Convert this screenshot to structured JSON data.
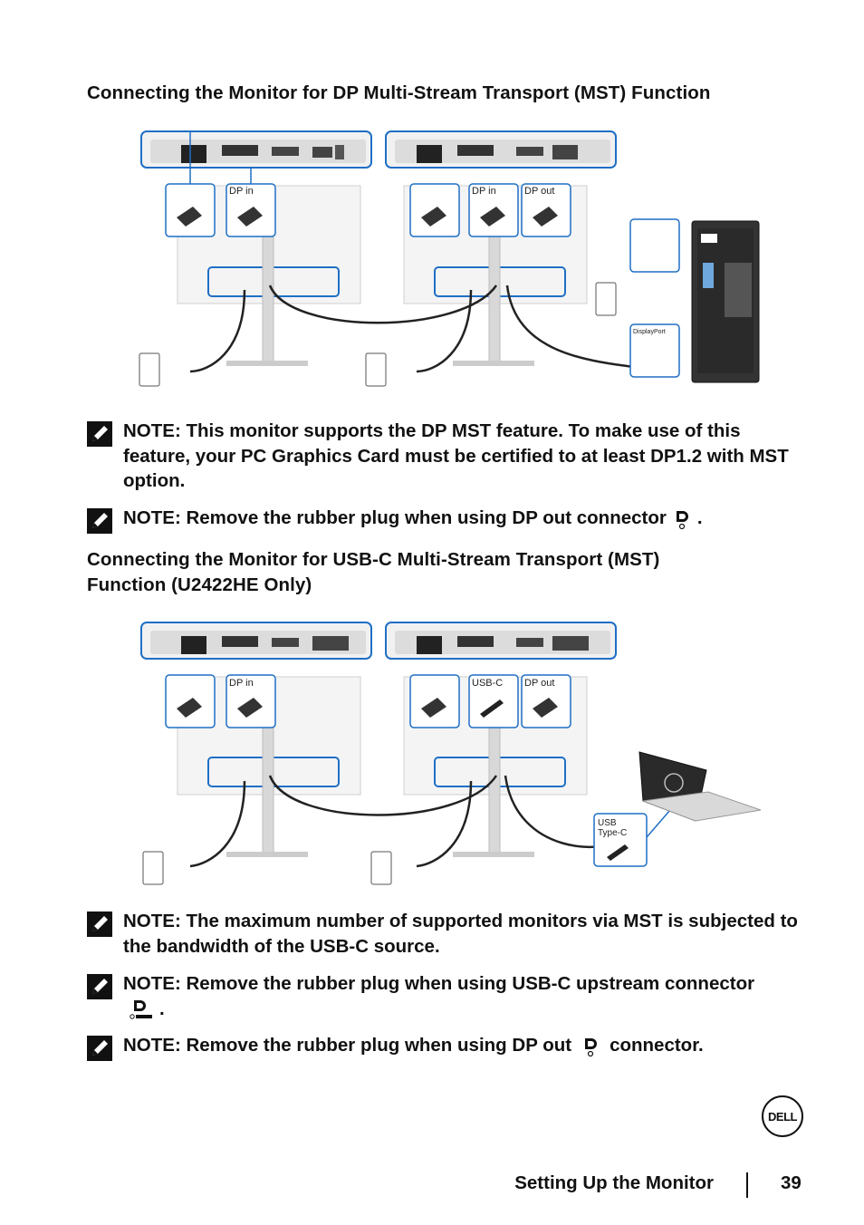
{
  "section1": {
    "heading": "Connecting the Monitor for DP Multi-Stream Transport (MST) Function",
    "diagram_labels": {
      "left_dp_in": "DP in",
      "right_dp_in": "DP in",
      "right_dp_out": "DP out",
      "pc_displayport": "DisplayPort"
    }
  },
  "notes1": [
    {
      "text": "NOTE: This monitor supports the DP MST feature. To make use of this feature, your PC Graphics Card must be certified to at least DP1.2 with MST option."
    },
    {
      "before": "NOTE: Remove the rubber plug when using DP out connector",
      "after": "."
    }
  ],
  "section2": {
    "heading_line1": "Connecting the Monitor for USB-C Multi-Stream Transport (MST)",
    "heading_line2": "Function (U2422HE Only)",
    "diagram_labels": {
      "left_dp_in": "DP in",
      "right_usbc": "USB-C",
      "right_dp_out": "DP out",
      "laptop_usb": "USB",
      "laptop_typec": "Type-C"
    }
  },
  "notes2": [
    {
      "text": "NOTE: The maximum number of supported monitors via MST is subjected to the bandwidth of the USB-C source."
    },
    {
      "before": "NOTE: Remove the rubber plug when using USB-C upstream connector",
      "after": "."
    },
    {
      "before": "NOTE: Remove the rubber plug when using DP out",
      "after": "connector."
    }
  ],
  "footer": {
    "title": "Setting Up the Monitor",
    "page": "39",
    "logo_text": "DELL"
  },
  "icons": {
    "note": "pencil-note-icon",
    "dp": "displayport-icon",
    "usbc_power": "usbc-90w-icon"
  },
  "colors": {
    "accent_blue": "#1f6fc5",
    "text": "#111111"
  }
}
